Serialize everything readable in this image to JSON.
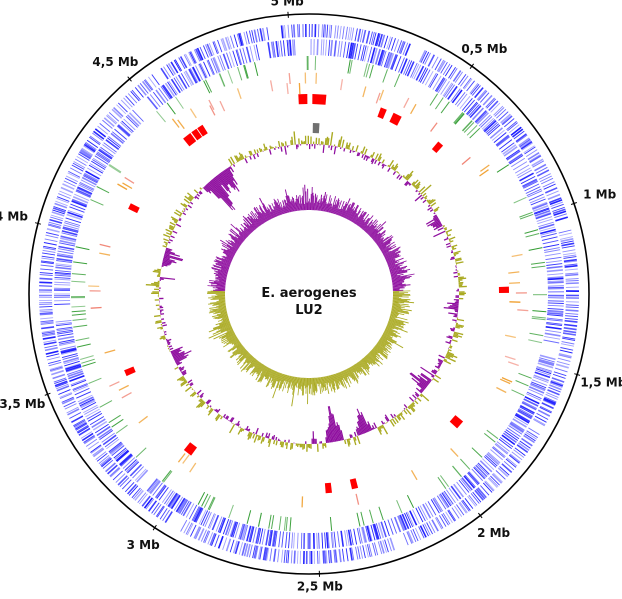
{
  "title": {
    "line1": "E. aerogenes",
    "line2": "LU2"
  },
  "genome_size_mb": 5.06,
  "scale_labels": [
    {
      "text": "0,5 Mb",
      "value_mb": 0.5
    },
    {
      "text": "1 Mb",
      "value_mb": 1.0
    },
    {
      "text": "1,5 Mb",
      "value_mb": 1.5
    },
    {
      "text": "2 Mb",
      "value_mb": 2.0
    },
    {
      "text": "2,5 Mb",
      "value_mb": 2.5
    },
    {
      "text": "3 Mb",
      "value_mb": 3.0
    },
    {
      "text": "3,5 Mb",
      "value_mb": 3.5
    },
    {
      "text": "4 Mb",
      "value_mb": 4.0
    },
    {
      "text": "4,5 Mb",
      "value_mb": 4.5
    },
    {
      "text": "5 Mb",
      "value_mb": 5.0
    }
  ],
  "colors": {
    "outline": "#000000",
    "cds": "#1a1aff",
    "rna": "#2e9a2e",
    "orange": "#f0a030",
    "salmon": "#f08070",
    "red_block": "#ff0000",
    "grey_block": "#707070",
    "gc_high": "#aaaa22",
    "gc_low": "#8f0f9f"
  },
  "red_blocks_mb": [
    5.035,
    0.042,
    0.309,
    0.37,
    0.579,
    1.248,
    1.84,
    2.343,
    2.45,
    3.056,
    3.467,
    4.162,
    4.53,
    4.566,
    4.595
  ],
  "grey_blocks_mb": [
    0.034
  ]
}
